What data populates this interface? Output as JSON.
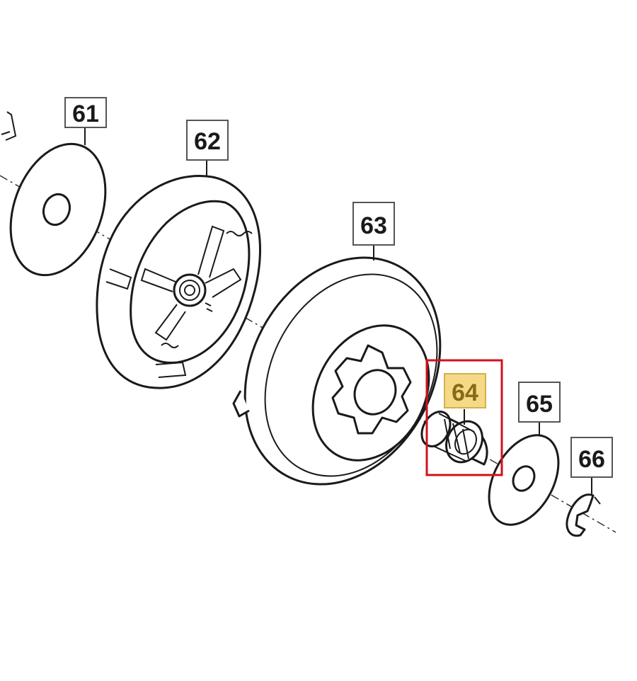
{
  "diagram": {
    "callouts": [
      {
        "id": "61",
        "label": "61"
      },
      {
        "id": "62",
        "label": "62"
      },
      {
        "id": "63",
        "label": "63"
      },
      {
        "id": "64",
        "label": "64",
        "highlighted": true
      },
      {
        "id": "65",
        "label": "65"
      },
      {
        "id": "66",
        "label": "66"
      }
    ],
    "colors": {
      "highlight_fill": "#f6d987",
      "highlight_text": "#8a6a1a",
      "selection_frame": "#d0121b",
      "line": "#1a1a1a"
    }
  }
}
